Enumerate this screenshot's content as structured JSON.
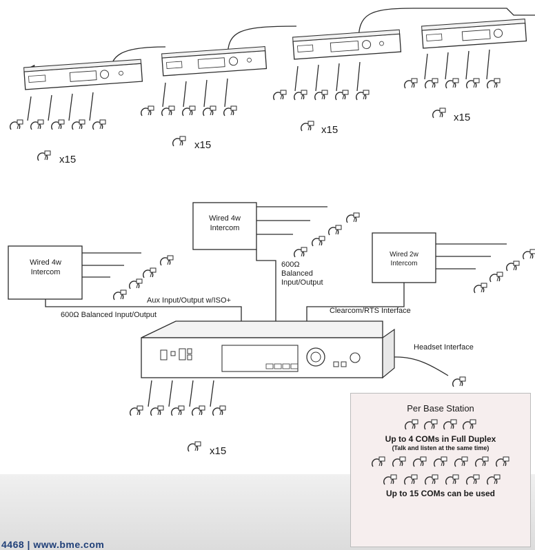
{
  "diagram": {
    "top_multiplier_labels": [
      "x15",
      "x15",
      "x15",
      "x15"
    ],
    "wired_4w_left": "Wired 4w\nIntercom",
    "wired_4w_center": "Wired 4w\nIntercom",
    "wired_2w": "Wired 2w\nIntercom",
    "aux_label": "Aux Input/Output w/ISO+",
    "balanced_left": "600Ω Balanced Input/Output",
    "balanced_center": "600Ω\nBalanced\nInput/Output",
    "clearcom_label": "Clearcom/RTS Interface",
    "headset_label": "Headset Interface",
    "base_multiplier": "x15"
  },
  "info_box": {
    "title": "Per Base Station",
    "line1": "Up to 4 COMs in Full Duplex",
    "line2": "(Talk and listen at the same time)",
    "line3": "Up to 15 COMs can be used"
  },
  "footer": {
    "text": "4468 | www.bme.com"
  }
}
